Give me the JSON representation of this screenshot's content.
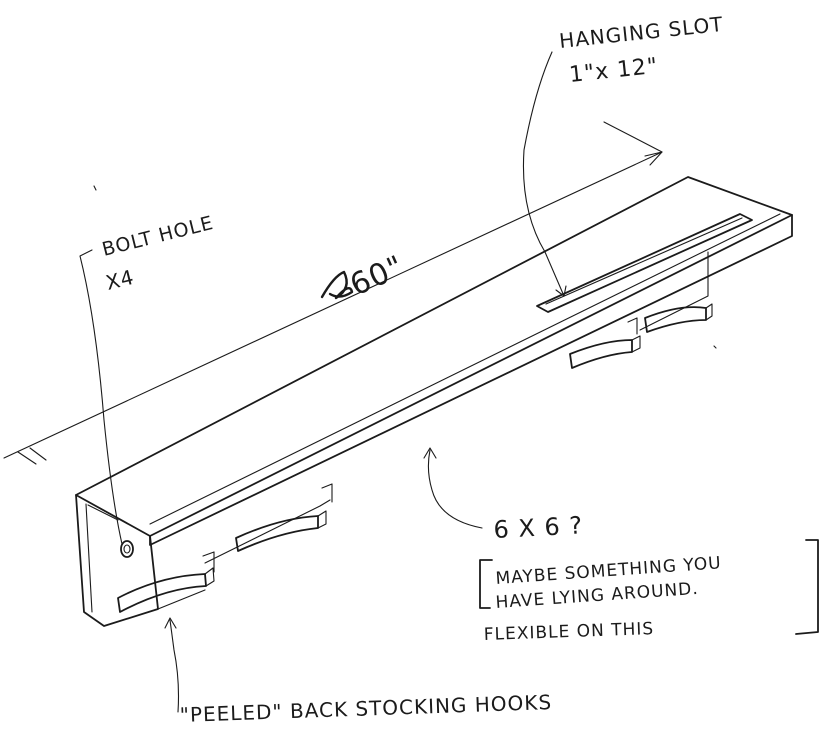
{
  "labels": {
    "hanging_slot_title": "HANGING SLOT",
    "hanging_slot_size": "1\"x 12\"",
    "bolt_hole_title": "BOLT HOLE",
    "bolt_hole_count": "X4",
    "length": "60\"",
    "beam_size": "6 X 6 ?",
    "note_line1": "MAYBE SOMETHING YOU",
    "note_line2": "HAVE LYING AROUND.",
    "note_line3": "FLEXIBLE ON THIS",
    "hooks": "\"PEELED\" BACK STOCKING HOOKS"
  },
  "colors": {
    "ink": "#1b1b1b",
    "paper": "#ffffff"
  }
}
